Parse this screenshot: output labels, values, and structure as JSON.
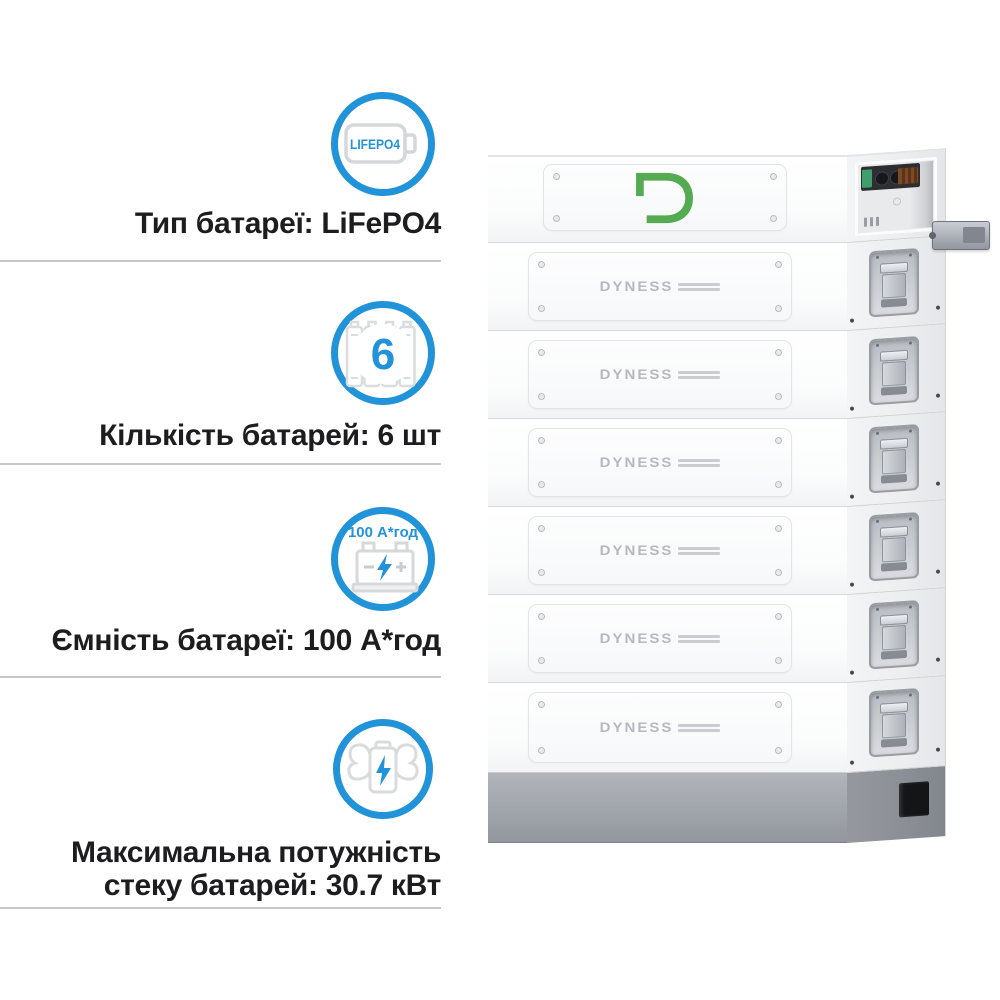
{
  "colors": {
    "accent_blue": "#2193d8",
    "brand_green": "#54ab52",
    "text": "#1d1d1f",
    "divider": "#c6c8ca",
    "wordmark_gray": "#b5b9bf"
  },
  "specs": {
    "battery_type": {
      "icon_text": "LIFEPO4",
      "label": "Тип батареї: LiFePO4"
    },
    "battery_count": {
      "icon_value": "6",
      "label": "Кількість батарей: 6 шт"
    },
    "battery_capacity": {
      "icon_text": "100 А*год",
      "label": "Ємність батареї: 100 А*год"
    },
    "max_power": {
      "label_line1": "Максимальна потужність",
      "label_line2": "стеку батарей: 30.7 кВт"
    }
  },
  "product": {
    "top_module_letter": "D",
    "module_wordmark": "DYNESS",
    "module_count": 6
  }
}
